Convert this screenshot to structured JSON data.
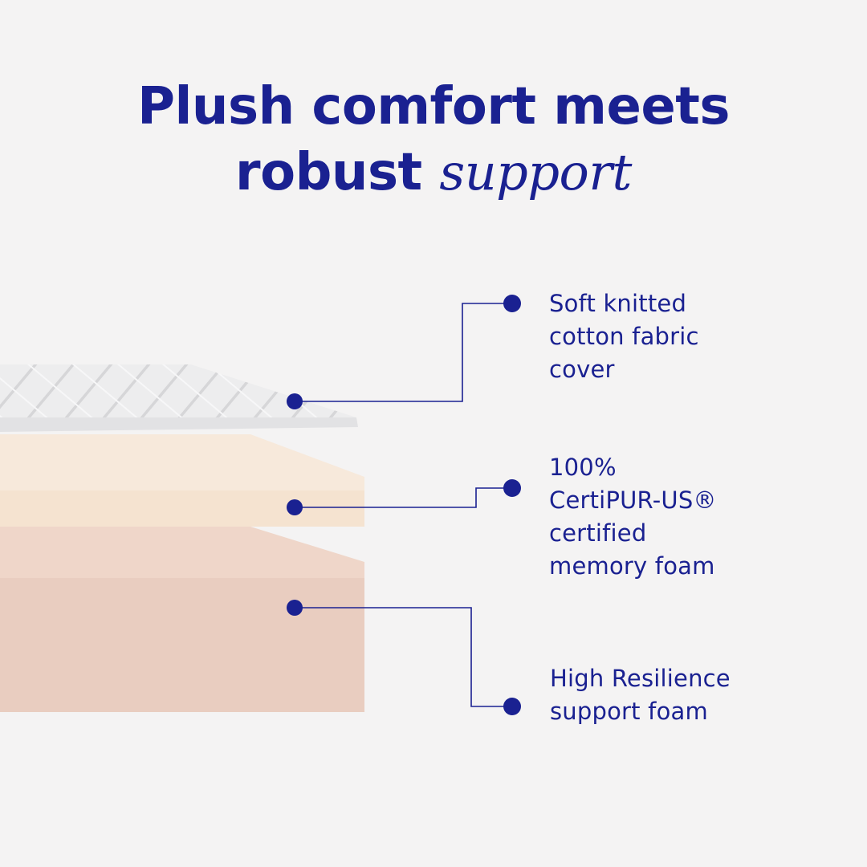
{
  "title": {
    "line1": "Plush comfort meets",
    "line2_bold": "robust",
    "line2_italic": "support"
  },
  "layers": [
    {
      "id": "cover",
      "lines": [
        "Soft knitted",
        "cotton fabric",
        "cover"
      ],
      "color": "#e9e9ea"
    },
    {
      "id": "memory-foam",
      "lines": [
        "100%",
        "CertiPUR-US®",
        "certified",
        "memory foam"
      ],
      "color": "#f6e6d5"
    },
    {
      "id": "support-foam",
      "lines": [
        "High Resilience",
        "support foam"
      ],
      "color": "#ebcdc0"
    }
  ],
  "colors": {
    "accent": "#1a2191",
    "background": "#f4f3f3"
  }
}
